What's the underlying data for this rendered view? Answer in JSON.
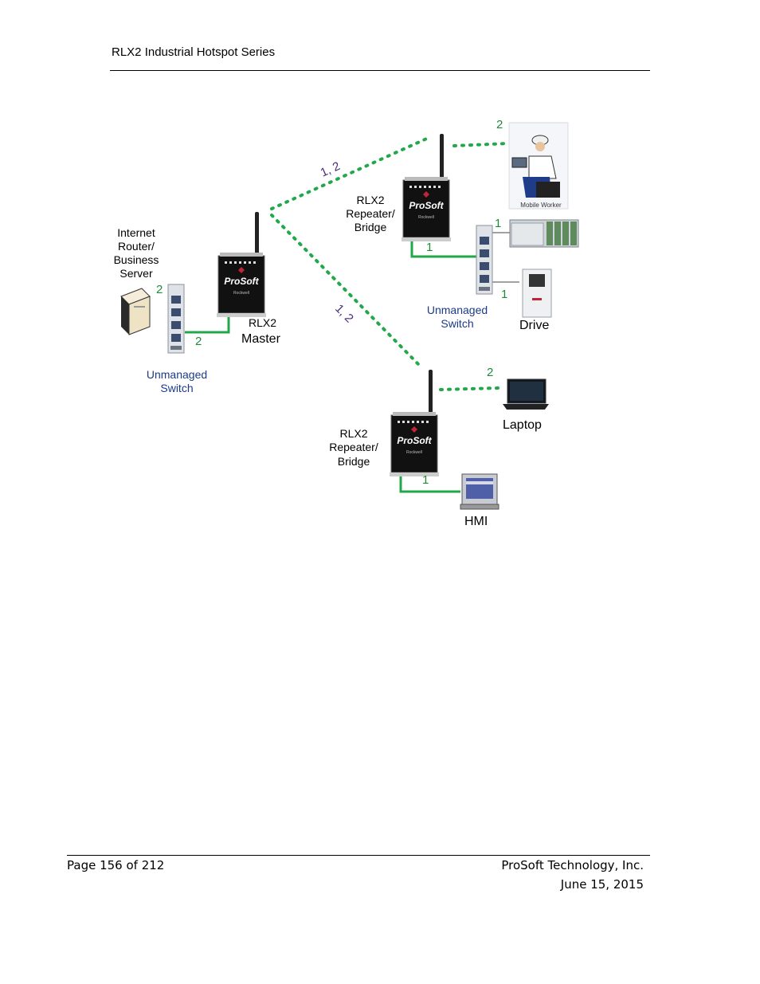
{
  "header": {
    "title": "RLX2 Industrial Hotspot Series"
  },
  "footer": {
    "page": "Page 156 of 212",
    "company": "ProSoft Technology, Inc.",
    "date": "June 15, 2015"
  },
  "diagram": {
    "server_label": [
      "Internet",
      "Router/",
      "Business",
      "Server"
    ],
    "master_label_1": "RLX2",
    "master_label_2": "Master",
    "left_switch_label": [
      "Unmanaged",
      "Switch"
    ],
    "repeater_top_label": [
      "RLX2",
      "Repeater/",
      "Bridge"
    ],
    "repeater_bottom_label": [
      "RLX2",
      "Repeater/",
      "Bridge"
    ],
    "right_switch_label": [
      "Unmanaged",
      "Switch"
    ],
    "mobile_worker_label": "Mobile Worker",
    "drive_label": "Drive",
    "laptop_label": "Laptop",
    "hmi_label": "HMI",
    "device_brand": "ProSoft",
    "link_numbers": {
      "server_to_switch": "2",
      "switch_to_master": "2",
      "master_to_top_wireless": "1, 2",
      "master_to_bottom_wireless": "1, 2",
      "top_to_worker": "2",
      "top_to_switch": "1",
      "switch_to_plc": "1",
      "switch_to_drive": "1",
      "bottom_to_laptop": "2",
      "bottom_to_hmi": "1"
    },
    "colors": {
      "wired": "#21a84a",
      "wireless": "#21a84a",
      "device": "#111111",
      "brand_red": "#c0243a"
    }
  }
}
